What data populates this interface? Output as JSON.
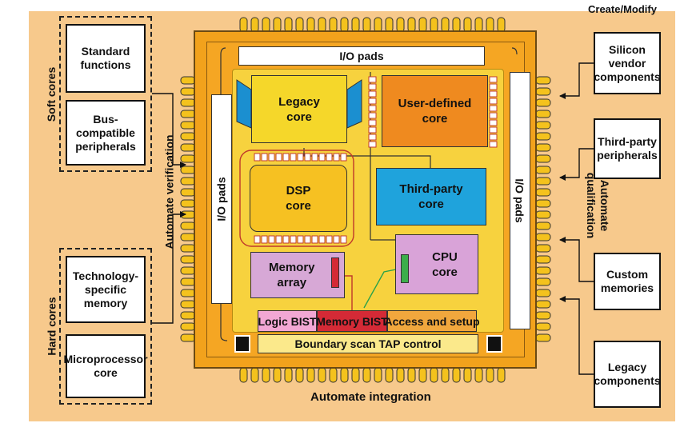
{
  "header_text": "Create/Modify",
  "left": {
    "soft_cores_label": "Soft cores",
    "hard_cores_label": "Hard cores",
    "automate_verification": "Automate verification",
    "boxes": [
      "Standard\nfunctions",
      "Bus-\ncompatible\nperipherals",
      "Technology-\nspecific\nmemory",
      "Microprocessor\ncore"
    ]
  },
  "right": {
    "automate_qualification": "Automate\nqualification",
    "boxes": [
      "Silicon\nvendor\ncomponents",
      "Third-party\nperipherals",
      "Custom\nmemories",
      "Legacy\ncomponents"
    ]
  },
  "chip": {
    "io_top": "I/O pads",
    "io_left": "I/O pads",
    "io_right": "I/O pads",
    "legacy_core": "Legacy\ncore",
    "user_defined_core": "User-defined\ncore",
    "dsp_core": "DSP\ncore",
    "third_party_core": "Third-party\ncore",
    "memory_array": "Memory\narray",
    "cpu_core": "CPU\ncore",
    "logic_bist": "Logic BIST",
    "memory_bist": "Memory BIST",
    "access_setup": "Access and setup",
    "boundary_scan": "Boundary scan TAP control"
  },
  "bottom_label": "Automate integration",
  "colors": {
    "background_orange": "#f7c98c",
    "chip_frame": "#f2a21c",
    "chip_inner": "#f5a623",
    "die": "#f7d23e",
    "legacy": "#f5d72a",
    "user_defined": "#ef8a1f",
    "dsp": "#f6c122",
    "third_party": "#1fa3dc",
    "memory_array": "#d7a8d6",
    "cpu": "#d9a3d8",
    "logic_bist": "#f2a7d4",
    "memory_bist": "#d42a36",
    "access_setup": "#f1a73d",
    "boundary_scan": "#fbe98b",
    "pin": "#f4c21d"
  }
}
